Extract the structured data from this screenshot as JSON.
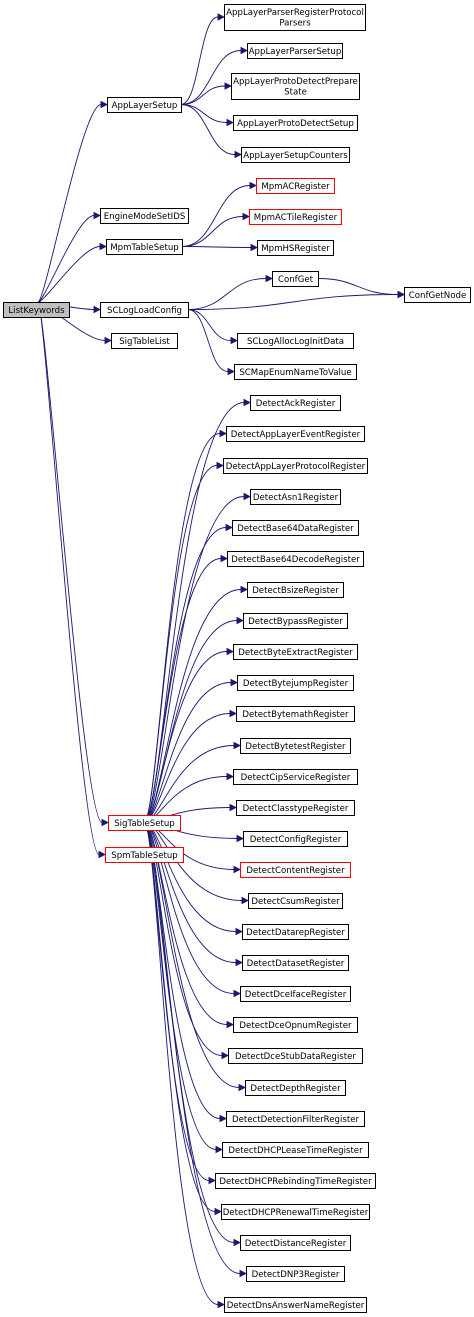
{
  "colors": {
    "edge": "#191970",
    "node_border": "#000000",
    "truncated_border": "#ff0000",
    "root_fill": "#bfbfbf",
    "node_fill": "#ffffff"
  },
  "nodes": [
    {
      "id": "n0",
      "lines": [
        "ListKeywords"
      ],
      "style": "root"
    },
    {
      "id": "n1",
      "lines": [
        "AppLayerSetup"
      ],
      "style": "normal"
    },
    {
      "id": "n2",
      "lines": [
        "AppLayerParserRegisterProtocol",
        "Parsers"
      ],
      "style": "normal"
    },
    {
      "id": "n3",
      "lines": [
        "AppLayerParserSetup"
      ],
      "style": "normal"
    },
    {
      "id": "n4",
      "lines": [
        "AppLayerProtoDetectPrepare",
        "State"
      ],
      "style": "normal"
    },
    {
      "id": "n5",
      "lines": [
        "AppLayerProtoDetectSetup"
      ],
      "style": "normal"
    },
    {
      "id": "n6",
      "lines": [
        "AppLayerSetupCounters"
      ],
      "style": "normal"
    },
    {
      "id": "n7",
      "lines": [
        "EngineModeSetIDS"
      ],
      "style": "normal"
    },
    {
      "id": "n8",
      "lines": [
        "MpmTableSetup"
      ],
      "style": "normal"
    },
    {
      "id": "n9",
      "lines": [
        "MpmACRegister"
      ],
      "style": "truncated"
    },
    {
      "id": "n10",
      "lines": [
        "MpmACTileRegister"
      ],
      "style": "truncated"
    },
    {
      "id": "n11",
      "lines": [
        "MpmHSRegister"
      ],
      "style": "normal"
    },
    {
      "id": "n12",
      "lines": [
        "SCLogLoadConfig"
      ],
      "style": "normal"
    },
    {
      "id": "n13",
      "lines": [
        "ConfGet"
      ],
      "style": "normal"
    },
    {
      "id": "n14",
      "lines": [
        "ConfGetNode"
      ],
      "style": "normal"
    },
    {
      "id": "n15",
      "lines": [
        "SCLogAllocLogInitData"
      ],
      "style": "normal"
    },
    {
      "id": "n16",
      "lines": [
        "SCMapEnumNameToValue"
      ],
      "style": "normal"
    },
    {
      "id": "n17",
      "lines": [
        "SigTableList"
      ],
      "style": "normal"
    },
    {
      "id": "n18",
      "lines": [
        "SigTableSetup"
      ],
      "style": "truncated"
    },
    {
      "id": "n19",
      "lines": [
        "SpmTableSetup"
      ],
      "style": "truncated"
    },
    {
      "id": "n20",
      "lines": [
        "DetectAckRegister"
      ],
      "style": "normal"
    },
    {
      "id": "n21",
      "lines": [
        "DetectAppLayerEventRegister"
      ],
      "style": "normal"
    },
    {
      "id": "n22",
      "lines": [
        "DetectAppLayerProtocolRegister"
      ],
      "style": "normal"
    },
    {
      "id": "n23",
      "lines": [
        "DetectAsn1Register"
      ],
      "style": "normal"
    },
    {
      "id": "n24",
      "lines": [
        "DetectBase64DataRegister"
      ],
      "style": "normal"
    },
    {
      "id": "n25",
      "lines": [
        "DetectBase64DecodeRegister"
      ],
      "style": "normal"
    },
    {
      "id": "n26",
      "lines": [
        "DetectBsizeRegister"
      ],
      "style": "normal"
    },
    {
      "id": "n27",
      "lines": [
        "DetectBypassRegister"
      ],
      "style": "normal"
    },
    {
      "id": "n28",
      "lines": [
        "DetectByteExtractRegister"
      ],
      "style": "normal"
    },
    {
      "id": "n29",
      "lines": [
        "DetectBytejumpRegister"
      ],
      "style": "normal"
    },
    {
      "id": "n30",
      "lines": [
        "DetectBytemathRegister"
      ],
      "style": "normal"
    },
    {
      "id": "n31",
      "lines": [
        "DetectBytetestRegister"
      ],
      "style": "normal"
    },
    {
      "id": "n32",
      "lines": [
        "DetectCipServiceRegister"
      ],
      "style": "normal"
    },
    {
      "id": "n33",
      "lines": [
        "DetectClasstypeRegister"
      ],
      "style": "normal"
    },
    {
      "id": "n34",
      "lines": [
        "DetectConfigRegister"
      ],
      "style": "normal"
    },
    {
      "id": "n35",
      "lines": [
        "DetectContentRegister"
      ],
      "style": "truncated"
    },
    {
      "id": "n36",
      "lines": [
        "DetectCsumRegister"
      ],
      "style": "normal"
    },
    {
      "id": "n37",
      "lines": [
        "DetectDatarepRegister"
      ],
      "style": "normal"
    },
    {
      "id": "n38",
      "lines": [
        "DetectDatasetRegister"
      ],
      "style": "normal"
    },
    {
      "id": "n39",
      "lines": [
        "DetectDceIfaceRegister"
      ],
      "style": "normal"
    },
    {
      "id": "n40",
      "lines": [
        "DetectDceOpnumRegister"
      ],
      "style": "normal"
    },
    {
      "id": "n41",
      "lines": [
        "DetectDceStubDataRegister"
      ],
      "style": "normal"
    },
    {
      "id": "n42",
      "lines": [
        "DetectDepthRegister"
      ],
      "style": "normal"
    },
    {
      "id": "n43",
      "lines": [
        "DetectDetectionFilterRegister"
      ],
      "style": "normal"
    },
    {
      "id": "n44",
      "lines": [
        "DetectDHCPLeaseTimeRegister"
      ],
      "style": "normal"
    },
    {
      "id": "n45",
      "lines": [
        "DetectDHCPRebindingTimeRegister"
      ],
      "style": "normal"
    },
    {
      "id": "n46",
      "lines": [
        "DetectDHCPRenewalTimeRegister"
      ],
      "style": "normal"
    },
    {
      "id": "n47",
      "lines": [
        "DetectDistanceRegister"
      ],
      "style": "normal"
    },
    {
      "id": "n48",
      "lines": [
        "DetectDNP3Register"
      ],
      "style": "normal"
    },
    {
      "id": "n49",
      "lines": [
        "DetectDnsAnswerNameRegister"
      ],
      "style": "normal"
    }
  ],
  "edges": [
    [
      "n0",
      "n1"
    ],
    [
      "n0",
      "n7"
    ],
    [
      "n0",
      "n8"
    ],
    [
      "n0",
      "n12"
    ],
    [
      "n0",
      "n17"
    ],
    [
      "n0",
      "n18"
    ],
    [
      "n0",
      "n19"
    ],
    [
      "n1",
      "n2"
    ],
    [
      "n1",
      "n3"
    ],
    [
      "n1",
      "n4"
    ],
    [
      "n1",
      "n5"
    ],
    [
      "n1",
      "n6"
    ],
    [
      "n8",
      "n9"
    ],
    [
      "n8",
      "n10"
    ],
    [
      "n8",
      "n11"
    ],
    [
      "n12",
      "n13"
    ],
    [
      "n12",
      "n14"
    ],
    [
      "n12",
      "n15"
    ],
    [
      "n12",
      "n16"
    ],
    [
      "n13",
      "n14"
    ],
    [
      "n18",
      "n20"
    ],
    [
      "n18",
      "n21"
    ],
    [
      "n18",
      "n22"
    ],
    [
      "n18",
      "n23"
    ],
    [
      "n18",
      "n24"
    ],
    [
      "n18",
      "n25"
    ],
    [
      "n18",
      "n26"
    ],
    [
      "n18",
      "n27"
    ],
    [
      "n18",
      "n28"
    ],
    [
      "n18",
      "n29"
    ],
    [
      "n18",
      "n30"
    ],
    [
      "n18",
      "n31"
    ],
    [
      "n18",
      "n32"
    ],
    [
      "n18",
      "n33"
    ],
    [
      "n18",
      "n34"
    ],
    [
      "n18",
      "n35"
    ],
    [
      "n18",
      "n36"
    ],
    [
      "n18",
      "n37"
    ],
    [
      "n18",
      "n38"
    ],
    [
      "n18",
      "n39"
    ],
    [
      "n18",
      "n40"
    ],
    [
      "n18",
      "n41"
    ],
    [
      "n18",
      "n42"
    ],
    [
      "n18",
      "n43"
    ],
    [
      "n18",
      "n44"
    ],
    [
      "n18",
      "n45"
    ],
    [
      "n18",
      "n46"
    ],
    [
      "n18",
      "n47"
    ],
    [
      "n18",
      "n48"
    ],
    [
      "n18",
      "n49"
    ]
  ]
}
